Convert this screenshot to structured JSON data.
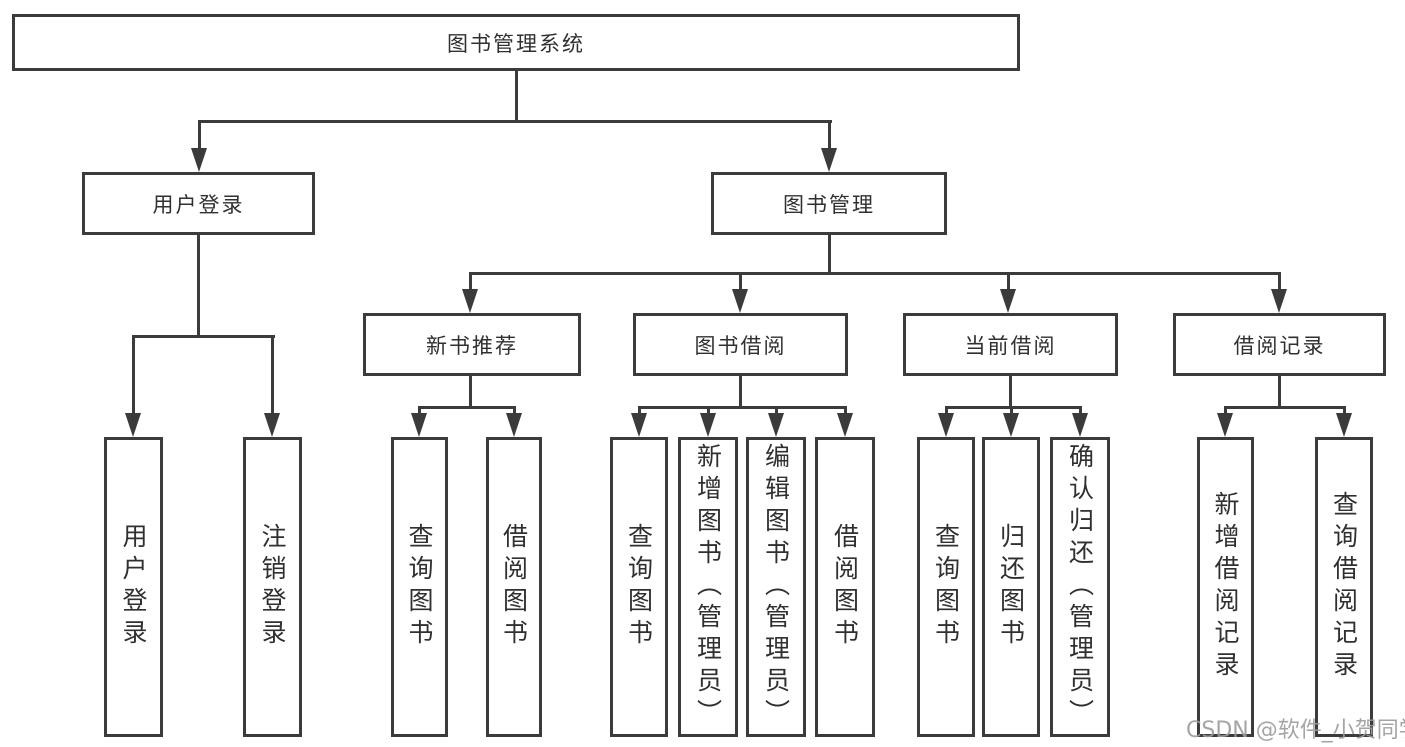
{
  "diagram": {
    "root": "图书管理系统",
    "login": "用户登录",
    "mgmt": "图书管理",
    "login_children": [
      "用户登录",
      "注销登录"
    ],
    "mgmt_children": [
      "新书推荐",
      "图书借阅",
      "当前借阅",
      "借阅记录"
    ],
    "newbook_children": [
      "查询图书",
      "借阅图书"
    ],
    "borrow_children": [
      "查询图书",
      "新增图书（管理员）",
      "编辑图书（管理员）",
      "借阅图书"
    ],
    "current_children": [
      "查询图书",
      "归还图书",
      "确认归还（管理员）"
    ],
    "record_children": [
      "新增借阅记录",
      "查询借阅记录"
    ]
  },
  "watermark": "CSDN @软件_小贺同学",
  "colors": {
    "line": "#3b3b3b",
    "text": "#303030",
    "watermark": "#9c9c9c",
    "background": "#ffffff"
  }
}
